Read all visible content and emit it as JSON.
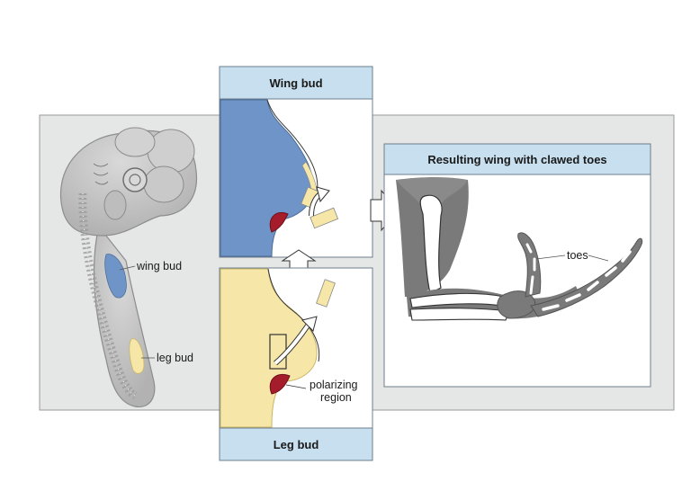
{
  "panels": {
    "wing_bud_title": "Wing bud",
    "leg_bud_title": "Leg bud",
    "result_title": "Resulting wing with clawed toes"
  },
  "labels": {
    "wing_bud": "wing bud",
    "leg_bud": "leg bud",
    "polarizing_line1": "polarizing",
    "polarizing_line2": "region",
    "toes": "toes"
  },
  "colors": {
    "background_band": "#e5e6e6",
    "panel_header": "#c7dfee",
    "wing_bud_tissue": "#6f95c8",
    "leg_bud_tissue": "#f6e7a8",
    "polarizing_region": "#a51d2a",
    "embryo": "#c4c4c4",
    "bone_fill": "#7a7a7a"
  }
}
